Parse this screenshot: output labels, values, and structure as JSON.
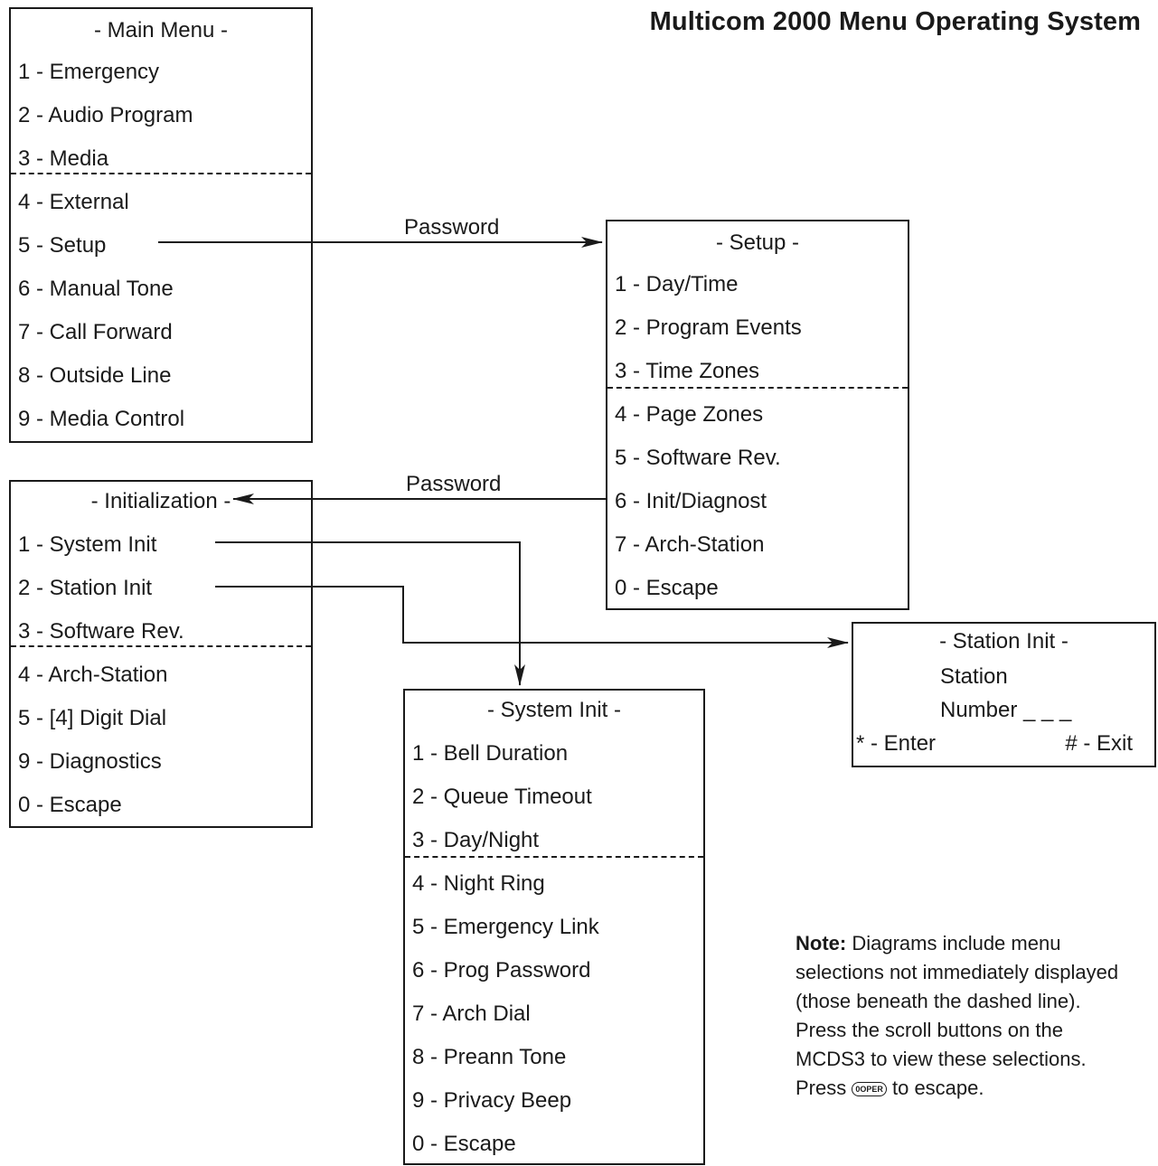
{
  "title": "Multicom 2000 Menu Operating System",
  "main_menu": {
    "heading": "- Main Menu -",
    "items": [
      "1 - Emergency",
      "2 - Audio Program",
      "3 - Media",
      "4 - External",
      "5 - Setup",
      "6 - Manual Tone",
      "7 - Call Forward",
      "8 - Outside Line",
      "9 - Media Control"
    ]
  },
  "setup_menu": {
    "heading": "- Setup -",
    "items": [
      "1 - Day/Time",
      "2 - Program Events",
      "3 - Time Zones",
      "4 - Page Zones",
      "5 - Software Rev.",
      "6 - Init/Diagnost",
      "7 - Arch-Station",
      "0 - Escape"
    ]
  },
  "init_menu": {
    "heading": "- Initialization -",
    "items": [
      "1 - System Init",
      "2 - Station Init",
      "3 - Software Rev.",
      "4 - Arch-Station",
      "5 - [4] Digit Dial",
      "9 - Diagnostics",
      "0 - Escape"
    ]
  },
  "system_init_menu": {
    "heading": "- System Init -",
    "items": [
      "1 - Bell Duration",
      "2 - Queue Timeout",
      "3 - Day/Night",
      "4 - Night Ring",
      "5 - Emergency Link",
      "6 - Prog Password",
      "7 - Arch Dial",
      "8 - Preann Tone",
      "9 - Privacy Beep",
      "0 - Escape"
    ]
  },
  "station_init": {
    "heading": "- Station Init -",
    "line1": "Station",
    "line2": "Number _ _ _",
    "enter": "* - Enter",
    "exit": "# - Exit"
  },
  "arrows": {
    "password_label_1": "Password",
    "password_label_2": "Password"
  },
  "note": {
    "bold": "Note:",
    "text_before_icon": " Diagrams include menu selections not immediately displayed (those beneath the dashed line). Press the scroll buttons on the MCDS3 to view these selections. Press ",
    "icon_label": "0OPER",
    "text_after_icon": " to escape."
  }
}
